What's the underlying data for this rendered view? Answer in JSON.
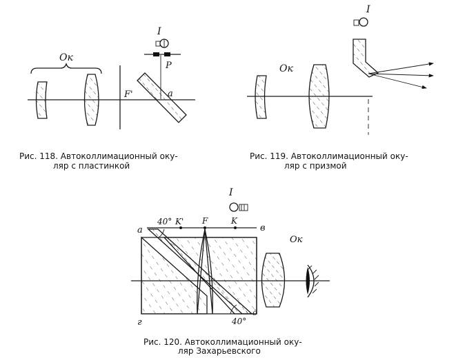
{
  "figures": {
    "fig118": {
      "caption_line1": "Рис. 118. Автоколлимационный оку-",
      "caption_line2": "ляр с пластинкой",
      "label_ok": "Ок",
      "label_f_prime": "F'",
      "label_a": "a",
      "label_p": "P",
      "label_i": "I"
    },
    "fig119": {
      "caption_line1": "Рис. 119. Автоколлимационный оку-",
      "caption_line2": "ляр с призмой",
      "label_ok": "Ок",
      "label_i": "I"
    },
    "fig120": {
      "caption_line1": "Рис. 120. Автоколлимационный оку-",
      "caption_line2": "ляр Захарьевского",
      "label_i": "I",
      "label_a": "a",
      "label_angle_top": "40°",
      "label_k_prime": "K'",
      "label_f": "F",
      "label_k": "K",
      "label_v": "в",
      "label_ok": "Ок",
      "label_g": "г",
      "label_angle_bottom": "40°",
      "label_d": "д"
    }
  }
}
